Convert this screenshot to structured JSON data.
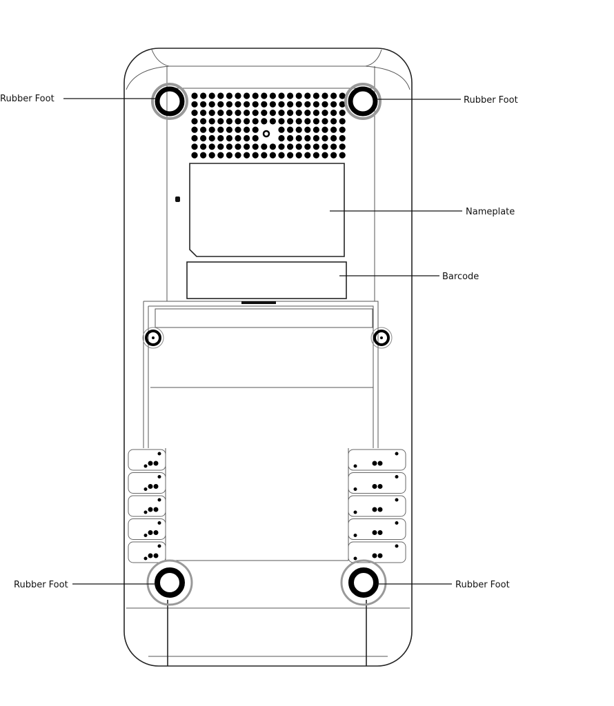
{
  "labels": {
    "foot_top_left": "Rubber Foot",
    "foot_top_right": "Rubber Foot",
    "nameplate": "Nameplate",
    "barcode": "Barcode",
    "foot_bottom_left": "Rubber Foot",
    "foot_bottom_right": "Rubber Foot"
  },
  "colors": {
    "line": "#222222",
    "foot": "#000000",
    "shadow": "#999999"
  }
}
